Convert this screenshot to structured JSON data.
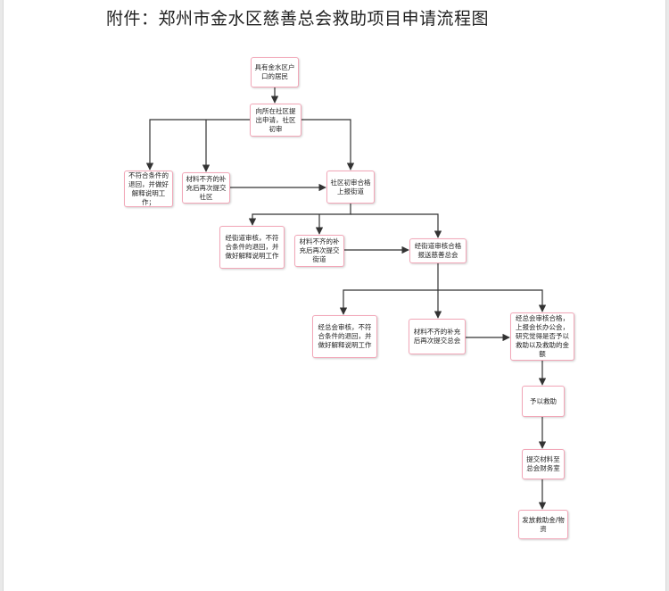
{
  "title": "附件：郑州市金水区慈善总会救助项目申请流程图",
  "nodes": {
    "n_resident": "具有金水区户口的居民",
    "n_apply": "向所在社区提出申请，社区初审",
    "n_reject1": "不符合条件的退回，并做好解释说明工作；",
    "n_supp1": "材料不齐的补充后再次提交社区",
    "n_community_ok": "社区初审合格上报街道",
    "n_reject2": "经街道审核，不符合条件的退回，并做好解释说明工作",
    "n_supp2": "材料不齐的补充后再次提交街道",
    "n_street_ok": "经街道审核合格报送慈善总会",
    "n_reject3": "经总会审核，不符合条件的退回，并做好解释说明工作",
    "n_supp3": "材料不齐的补充后再次提交总会",
    "n_assoc_ok": "经总会审核合格，上报会长办公会，研究觉得是否予以救助以及救助的金额",
    "n_grant": "予以救助",
    "n_submit": "提交材料至总会财务室",
    "n_issue": "发放救助金/物资"
  }
}
